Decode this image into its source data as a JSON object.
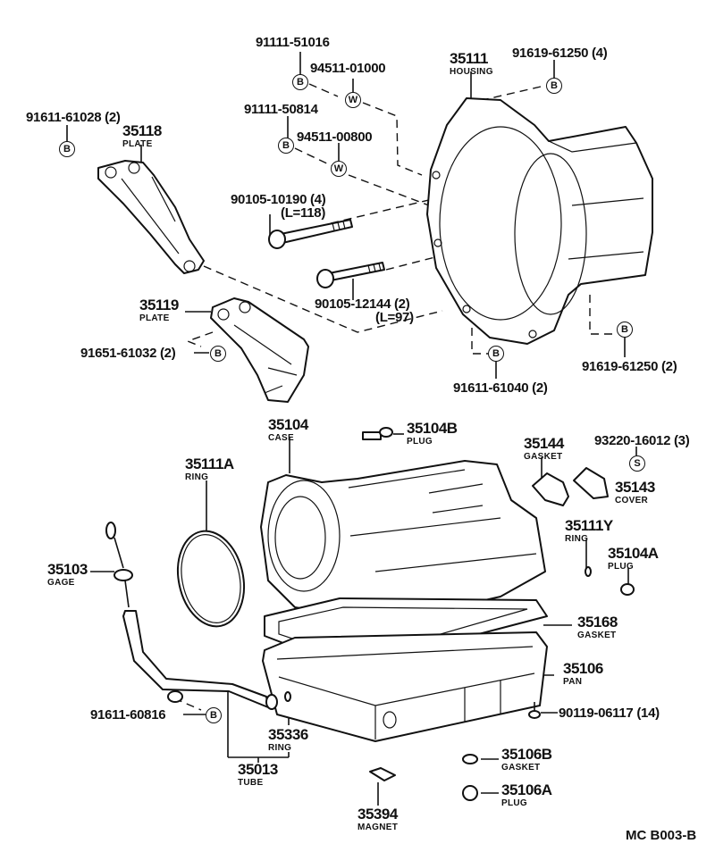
{
  "diagram": {
    "code": "MC  B003-B",
    "symbols": {
      "bolt": "B",
      "washer": "W",
      "screw": "S"
    },
    "parts": {
      "p91611_61028": {
        "number": "91611-61028 (2)"
      },
      "p35118": {
        "number": "35118",
        "name": "PLATE"
      },
      "p91111_51016": {
        "number": "91111-51016"
      },
      "p94511_01000": {
        "number": "94511-01000"
      },
      "p91111_50814": {
        "number": "91111-50814"
      },
      "p94511_00800": {
        "number": "94511-00800"
      },
      "p35111": {
        "number": "35111",
        "name": "HOUSING"
      },
      "p91619_61250_4": {
        "number": "91619-61250 (4)"
      },
      "p90105_10190": {
        "number": "90105-10190 (4)",
        "length": "(L=118)"
      },
      "p90105_12144": {
        "number": "90105-12144 (2)",
        "length": "(L=97)"
      },
      "p35119": {
        "number": "35119",
        "name": "PLATE"
      },
      "p91651_61032": {
        "number": "91651-61032 (2)"
      },
      "p91611_61040": {
        "number": "91611-61040 (2)"
      },
      "p91619_61250_2": {
        "number": "91619-61250 (2)"
      },
      "p35104": {
        "number": "35104",
        "name": "CASE"
      },
      "p35104B": {
        "number": "35104B",
        "name": "PLUG"
      },
      "p35111A": {
        "number": "35111A",
        "name": "RING"
      },
      "p35144": {
        "number": "35144",
        "name": "GASKET"
      },
      "p93220_16012": {
        "number": "93220-16012 (3)"
      },
      "p35143": {
        "number": "35143",
        "name": "COVER"
      },
      "p35111Y": {
        "number": "35111Y",
        "name": "RING"
      },
      "p35104A": {
        "number": "35104A",
        "name": "PLUG"
      },
      "p35103": {
        "number": "35103",
        "name": "GAGE"
      },
      "p35168": {
        "number": "35168",
        "name": "GASKET"
      },
      "p35106": {
        "number": "35106",
        "name": "PAN"
      },
      "p90119_06117": {
        "number": "90119-06117 (14)"
      },
      "p91611_60816": {
        "number": "91611-60816"
      },
      "p35336": {
        "number": "35336",
        "name": "RING"
      },
      "p35013": {
        "number": "35013",
        "name": "TUBE"
      },
      "p35106B": {
        "number": "35106B",
        "name": "GASKET"
      },
      "p35106A": {
        "number": "35106A",
        "name": "PLUG"
      },
      "p35394": {
        "number": "35394",
        "name": "MAGNET"
      }
    }
  }
}
